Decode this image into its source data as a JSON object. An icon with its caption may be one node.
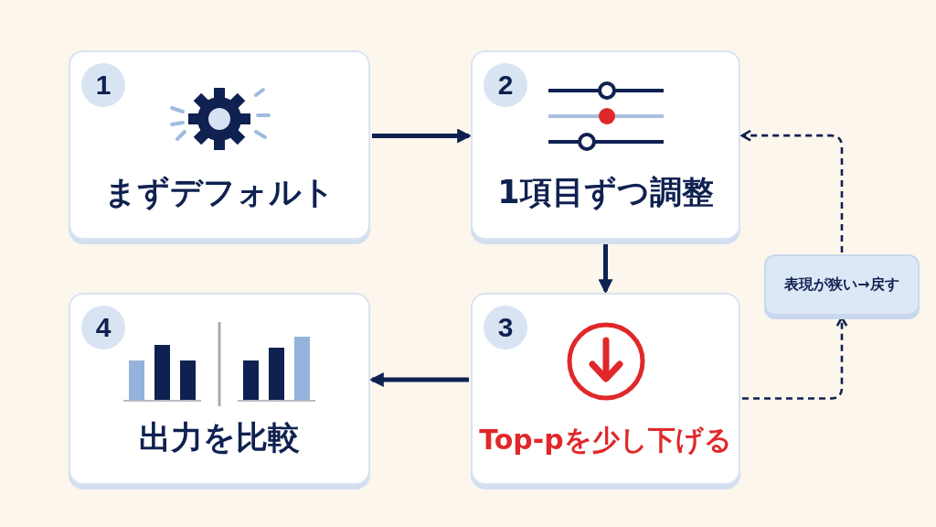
{
  "diagram": {
    "nodes": [
      {
        "text": [
          "1",
          "まずデフォルト"
        ]
      },
      {
        "text": [
          "2",
          "1項目ずつ調整"
        ]
      },
      {
        "text": [
          "3",
          "Top-pを少し下げる"
        ]
      },
      {
        "text": [
          "4",
          "出力を比較"
        ]
      },
      {
        "text": [
          "表現が狭い→戻す"
        ]
      }
    ],
    "edges": [
      {
        "from": 0,
        "to": 1,
        "arrow": "to"
      },
      {
        "from": 1,
        "to": 2,
        "arrow": "to"
      },
      {
        "from": 2,
        "to": 3,
        "arrow": "to"
      },
      {
        "from": 2,
        "to": 4,
        "arrow": "to",
        "style": "dashed"
      },
      {
        "from": 4,
        "to": 1,
        "arrow": "to",
        "style": "dashed"
      }
    ]
  }
}
